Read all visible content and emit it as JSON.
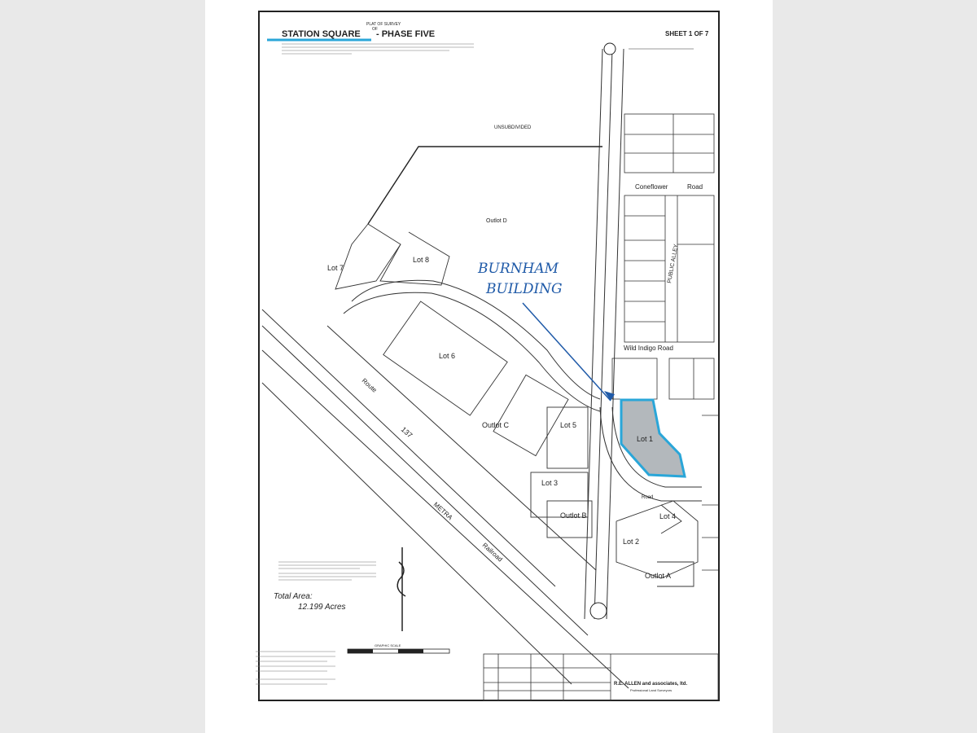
{
  "header": {
    "plat_of_survey": "PLAT OF SURVEY",
    "of": "OF",
    "title_left": "STATION SQUARE",
    "title_right": "- PHASE FIVE",
    "sheet": "SHEET 1 OF 7"
  },
  "roads": {
    "coneflower": "Coneflower",
    "coneflower_suffix": "Road",
    "wild_indigo": "Wild Indigo Road",
    "route": "Route",
    "route_num": "137",
    "railroad": "Railroad",
    "metra": "METRA",
    "public_alley": "PUBLIC ALLEY",
    "unsubdivided": "UNSUBDIVIDED"
  },
  "lots": {
    "outlot_d": "Outlot D",
    "lot7": "Lot 7",
    "lot8": "Lot 8",
    "lot6": "Lot 6",
    "outlot_c": "Outlot C",
    "lot5": "Lot 5",
    "lot3": "Lot 3",
    "outlot_b": "Outlot B",
    "lot1": "Lot 1",
    "lot4": "Lot 4",
    "lot2": "Lot 2",
    "outlot_a": "Outlot A"
  },
  "annotation": {
    "line1": "BURNHAM",
    "line2": "BUILDING"
  },
  "total_area": {
    "label": "Total Area:",
    "value": "12.199 Acres"
  },
  "scale": {
    "label": "GRAPHIC SCALE"
  },
  "title_block": {
    "firm": "R.E. ALLEN and associates, ltd.",
    "line2": "Professional Land Surveyors"
  },
  "colors": {
    "annotation_blue": "#1f5aa8",
    "highlight_fill": "#9aa0a6",
    "highlight_outline": "#2aa6d8"
  }
}
